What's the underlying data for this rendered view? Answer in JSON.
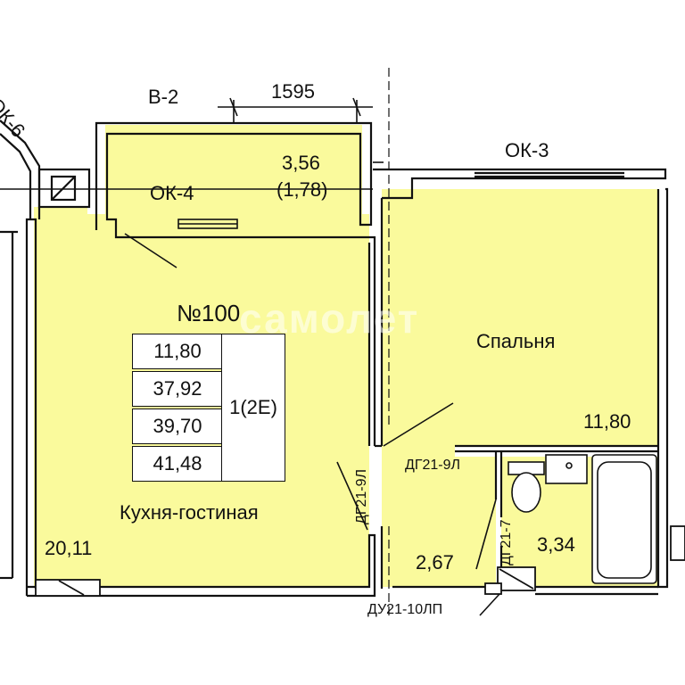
{
  "plan": {
    "apartment_number": "№100",
    "areas": [
      "11,80",
      "37,92",
      "39,70",
      "41,48"
    ],
    "rooms_code": "1(2E)",
    "watermark": "самолет",
    "rooms": {
      "kitchen_living": {
        "name": "Кухня-гостиная",
        "area": "20,11"
      },
      "bedroom": {
        "name": "Спальня",
        "area": "11,80"
      },
      "bathroom": {
        "area": "3,34"
      },
      "hallway": {
        "area": "2,67"
      },
      "balcony": {
        "area": "3,56",
        "reduced_area": "(1,78)"
      }
    },
    "labels": {
      "balcony_code": "В-2",
      "dimension": "1595",
      "window_ok4": "ОК-4",
      "window_ok3": "ОК-3",
      "window_ok6": "ОК-6",
      "door_dg21_9l_a": "ДГ21-9Л",
      "door_dg21_9l_b": "ДГ21-9Л",
      "door_dg21_7": "ДГ21-7",
      "door_entry": "ДУ21-10ЛП"
    },
    "colors": {
      "room_fill": "#fafa9c",
      "wall": "#111111",
      "background": "#ffffff"
    }
  }
}
